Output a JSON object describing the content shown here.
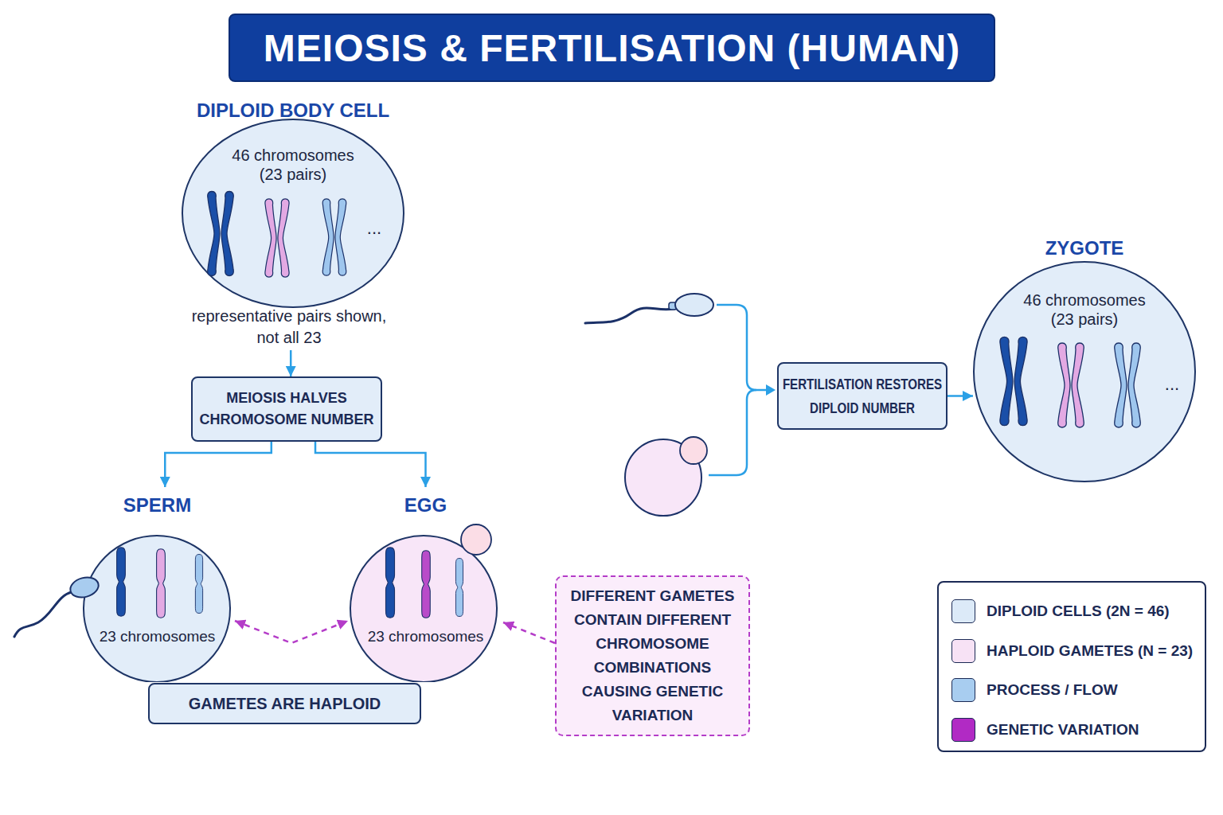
{
  "diagram": {
    "title": "MEIOSIS & FERTILISATION (HUMAN)",
    "nodes": [
      {
        "text": [
          "DIPLOID BODY CELL",
          "46 chromosomes (23 pairs)",
          "..."
        ]
      },
      {
        "text": [
          "MEIOSIS HALVES CHROMOSOME NUMBER"
        ]
      },
      {
        "text": [
          "SPERM",
          "23 chromosomes"
        ]
      },
      {
        "text": [
          "EGG",
          "23 chromosomes"
        ]
      },
      {
        "text": [
          "GAMETES ARE HAPLOID"
        ]
      },
      {
        "text": [
          "DIFFERENT GAMETES CONTAIN DIFFERENT CHROMOSOME COMBINATIONS CAUSING GENETIC VARIATION"
        ]
      },
      {
        "text": [
          "FERTILISATION RESTORES DIPLOID NUMBER"
        ]
      },
      {
        "text": [
          "ZYGOTE",
          "46 chromosomes (23 pairs)",
          "..."
        ]
      }
    ],
    "edges": [
      {
        "from": 0,
        "to": 1,
        "arrow": "to"
      },
      {
        "from": 1,
        "to": 2,
        "arrow": "to"
      },
      {
        "from": 1,
        "to": 3,
        "arrow": "to"
      },
      {
        "from": 2,
        "to": 3,
        "arrow": "both"
      },
      {
        "from": 5,
        "to": 3,
        "arrow": "to"
      },
      {
        "from": 6,
        "to": 7,
        "arrow": "to"
      }
    ],
    "labels": [
      "representative pairs shown, not all 23"
    ],
    "legend": [
      {
        "text": "DIPLOID CELLS (2N = 46)",
        "color": "#dceaf8"
      },
      {
        "text": "HAPLOID GAMETES (N = 23)",
        "color": "#f7e2f5"
      },
      {
        "text": "PROCESS / FLOW",
        "color": "#a8cdf0"
      },
      {
        "text": "GENETIC VARIATION",
        "color": "#b12ac4"
      }
    ]
  }
}
